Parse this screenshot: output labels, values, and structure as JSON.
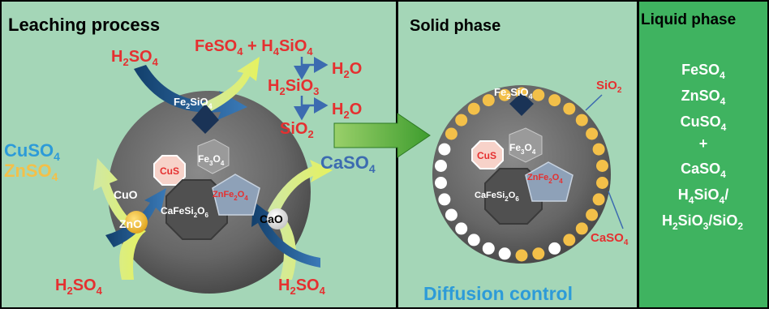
{
  "panels": {
    "leaching": {
      "title": "Leaching process",
      "bg": "#a4d6b7"
    },
    "solid": {
      "title": "Solid phase",
      "bg": "#a4d6b7"
    },
    "liquid": {
      "title": "Liquid phase",
      "bg": "#3fb360"
    }
  },
  "colors": {
    "red": "#e53030",
    "blue": "#2d9bd8",
    "yellow": "#f3c049",
    "steel_blue": "#3c6bb0",
    "white": "#ffffff",
    "particle": "#6a6a6a"
  },
  "leaching": {
    "h2so4_top": {
      "main": "H",
      "sub1": "2",
      "mid": "SO",
      "sub2": "4"
    },
    "top_eq": {
      "a": "FeSO",
      "a4": "4",
      "plus": " + H",
      "h4": "4",
      "b": "SiO",
      "b4": "4"
    },
    "h2o_1": {
      "main": "H",
      "sub": "2",
      "rest": "O"
    },
    "h2sio3": {
      "main": "H",
      "sub1": "2",
      "mid": "SiO",
      "sub2": "3"
    },
    "h2o_2": {
      "main": "H",
      "sub": "2",
      "rest": "O"
    },
    "sio2": {
      "main": "SiO",
      "sub": "2"
    },
    "cuso4": {
      "main": "CuSO",
      "sub": "4"
    },
    "znso4": {
      "main": "ZnSO",
      "sub": "4"
    },
    "caso4": {
      "main": "CaSO",
      "sub": "4"
    },
    "h2so4_bl": {
      "main": "H",
      "sub1": "2",
      "mid": "SO",
      "sub2": "4"
    },
    "h2so4_br": {
      "main": "H",
      "sub1": "2",
      "mid": "SO",
      "sub2": "4"
    },
    "fe2sio4": {
      "a": "Fe",
      "s1": "2",
      "b": "SiO",
      "s2": "4"
    },
    "fe3o4": {
      "a": "Fe",
      "s1": "3",
      "b": "O",
      "s2": "4"
    },
    "cus": "CuS",
    "znfe2o4": {
      "a": "ZnFe",
      "s1": "2",
      "b": "O",
      "s2": "4"
    },
    "cafesi2o6": {
      "a": "CaFeSi",
      "s1": "2",
      "b": "O",
      "s2": "6"
    },
    "cuo": "CuO",
    "zno": "ZnO",
    "cao": "CaO"
  },
  "solid": {
    "fe2sio4": {
      "a": "Fe",
      "s1": "2",
      "b": "SiO",
      "s2": "4"
    },
    "sio2": {
      "main": "SiO",
      "sub": "2"
    },
    "fe3o4": {
      "a": "Fe",
      "s1": "3",
      "b": "O",
      "s2": "4"
    },
    "cus": "CuS",
    "znfe2o4": {
      "a": "ZnFe",
      "s1": "2",
      "b": "O",
      "s2": "4"
    },
    "cafesi2o6": {
      "a": "CaFeSi",
      "s1": "2",
      "b": "O",
      "s2": "6"
    },
    "caso4": {
      "main": "CaSO",
      "sub": "4"
    },
    "diffusion": "Diffusion control"
  },
  "liquid": {
    "feso4": {
      "main": "FeSO",
      "sub": "4"
    },
    "znso4": {
      "main": "ZnSO",
      "sub": "4"
    },
    "cuso4": {
      "main": "CuSO",
      "sub": "4"
    },
    "plus": "+",
    "caso4": {
      "main": "CaSO",
      "sub": "4"
    },
    "h4sio4": {
      "a": "H",
      "s1": "4",
      "b": "SiO",
      "s2": "4",
      "c": "/"
    },
    "mix": {
      "a": "H",
      "s1": "2",
      "b": "SiO",
      "s2": "3",
      "c": "/SiO",
      "s3": "2"
    }
  }
}
